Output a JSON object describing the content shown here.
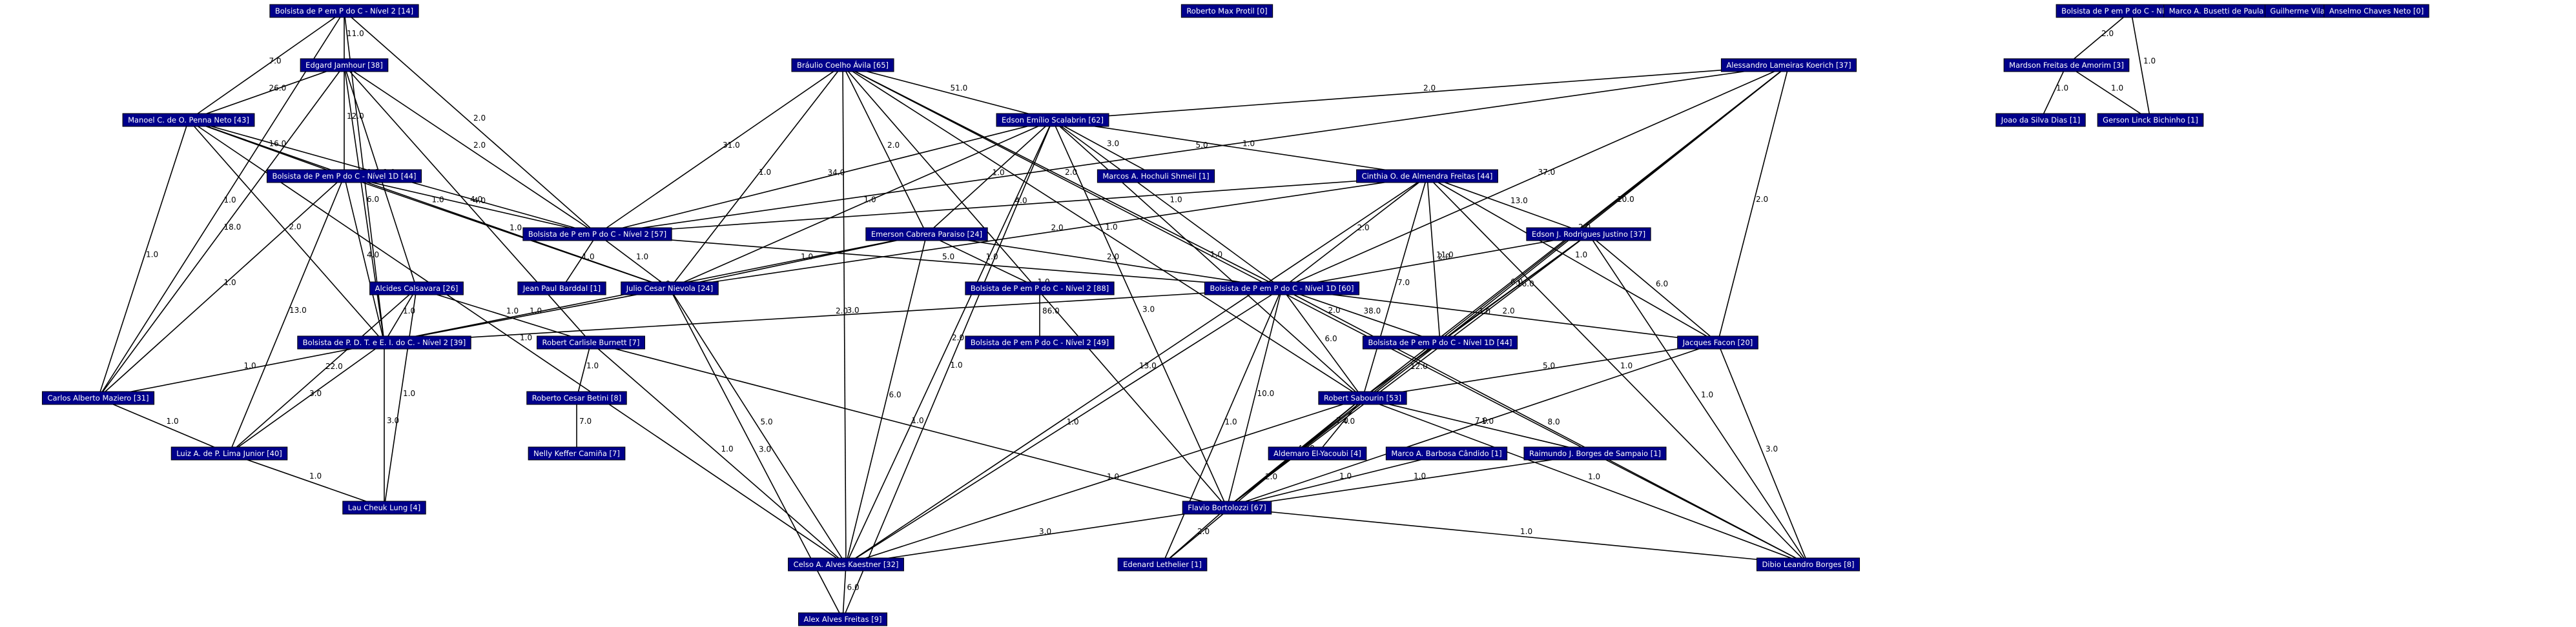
{
  "graph": {
    "nodes": [
      {
        "id": "n1",
        "label": "Bolsista de P em P do C - Nível 2 [14]"
      },
      {
        "id": "n2",
        "label": "Roberto Max Protil [0]"
      },
      {
        "id": "n3",
        "label": "Bolsista de P em P do C - Nível 1D [2]"
      },
      {
        "id": "n4",
        "label": "Marco A. Busetti de Paula [0]"
      },
      {
        "id": "n5",
        "label": "Guilherme Vilar [0]"
      },
      {
        "id": "n6",
        "label": "Anselmo Chaves Neto [0]"
      },
      {
        "id": "n7",
        "label": "Edgard Jamhour [38]"
      },
      {
        "id": "n8",
        "label": "Bráulio Coelho Ávila [65]"
      },
      {
        "id": "n9",
        "label": "Alessandro Lameiras Koerich [37]"
      },
      {
        "id": "n10",
        "label": "Manoel C. de O. Penna Neto [43]"
      },
      {
        "id": "n11",
        "label": "Edson Emílio Scalabrin [62]"
      },
      {
        "id": "n12",
        "label": "Mardson Freitas de Amorim [3]"
      },
      {
        "id": "n13",
        "label": "Joao da Silva Dias [1]"
      },
      {
        "id": "n14",
        "label": "Gerson Linck Bichinho [1]"
      },
      {
        "id": "n15",
        "label": "Marcos A. Hochuli Shmeil [1]"
      },
      {
        "id": "n16",
        "label": "Bolsista de P em P do C - Nível 1D [44]"
      },
      {
        "id": "n17",
        "label": "Cinthia O. de Almendra Freitas [44]"
      },
      {
        "id": "n18",
        "label": "Bolsista de P em P do C - Nível 2 [57]"
      },
      {
        "id": "n19",
        "label": "Emerson Cabrera Paraiso [24]"
      },
      {
        "id": "n20",
        "label": "Edson J. Rodrigues Justino [37]"
      },
      {
        "id": "n21",
        "label": "Jean Paul Barddal [1]"
      },
      {
        "id": "n22",
        "label": "Julio Cesar Nievola [24]"
      },
      {
        "id": "n23",
        "label": "Alcides Calsavara [26]"
      },
      {
        "id": "n24",
        "label": "Bolsista de P em P do C - Nível 2 [88]"
      },
      {
        "id": "n25",
        "label": "Bolsista de P em P do C - Nível 1D [60]"
      },
      {
        "id": "n26",
        "label": "Bolsista de P. D. T. e E. I. do C. - Nível 2 [39]"
      },
      {
        "id": "n27",
        "label": "Robert Carlisle Burnett [7]"
      },
      {
        "id": "n28",
        "label": "Bolsista de P em P do C - Nível 2 [49]"
      },
      {
        "id": "n29",
        "label": "Bolsista de P em P do C - Nível 1D [44]"
      },
      {
        "id": "n30",
        "label": "Jacques Facon [20]"
      },
      {
        "id": "n31",
        "label": "Carlos Alberto Maziero [31]"
      },
      {
        "id": "n32",
        "label": "Roberto Cesar Betini [8]"
      },
      {
        "id": "n33",
        "label": "Robert Sabourin [53]"
      },
      {
        "id": "n34",
        "label": "Aldemaro El-Yacoubi [4]"
      },
      {
        "id": "n35",
        "label": "Marco A. Barbosa Cândido [1]"
      },
      {
        "id": "n36",
        "label": "Raimundo J. Borges de Sampaio [1]"
      },
      {
        "id": "n37",
        "label": "Luiz A. de P. Lima Junior [40]"
      },
      {
        "id": "n38",
        "label": "Nelly Keffer Camiña [7]"
      },
      {
        "id": "n39",
        "label": "Lau Cheuk Lung [4]"
      },
      {
        "id": "n40",
        "label": "Flavio Bortolozzi [67]"
      },
      {
        "id": "n41",
        "label": "Celso A. Alves Kaestner [32]"
      },
      {
        "id": "n42",
        "label": "Edenard Lethelier [1]"
      },
      {
        "id": "n43",
        "label": "Dibio Leandro Borges [8]"
      },
      {
        "id": "n44",
        "label": "Alex Alves Freitas [9]"
      }
    ],
    "edges": [
      {
        "from": "n1",
        "to": "n7",
        "label": "11.0"
      },
      {
        "from": "n1",
        "to": "n10",
        "label": "7.0"
      },
      {
        "from": "n1",
        "to": "n31",
        "label": "1.0"
      },
      {
        "from": "n1",
        "to": "n26",
        "label": "2.0"
      },
      {
        "from": "n1",
        "to": "n18",
        "label": "2.0"
      },
      {
        "from": "n3",
        "to": "n12",
        "label": "2.0"
      },
      {
        "from": "n3",
        "to": "n14",
        "label": "1.0"
      },
      {
        "from": "n12",
        "to": "n13",
        "label": "1.0"
      },
      {
        "from": "n12",
        "to": "n14",
        "label": "1.0"
      },
      {
        "from": "n7",
        "to": "n10",
        "label": "26.0"
      },
      {
        "from": "n7",
        "to": "n16",
        "label": "12.0"
      },
      {
        "from": "n7",
        "to": "n31",
        "label": "18.0"
      },
      {
        "from": "n7",
        "to": "n26",
        "label": "6.0"
      },
      {
        "from": "n7",
        "to": "n18",
        "label": "2.0"
      },
      {
        "from": "n7",
        "to": "n23",
        "label": "1.0"
      },
      {
        "from": "n7",
        "to": "n27",
        "label": "4.0"
      },
      {
        "from": "n10",
        "to": "n16",
        "label": "16.0"
      },
      {
        "from": "n10",
        "to": "n31",
        "label": "1.0"
      },
      {
        "from": "n10",
        "to": "n41",
        "label": "1.0"
      },
      {
        "from": "n10",
        "to": "n26",
        "label": "2.0"
      },
      {
        "from": "n10",
        "to": "n18",
        "label": "4.0"
      },
      {
        "from": "n10",
        "to": "n22",
        "label": "1.0"
      },
      {
        "from": "n16",
        "to": "n26",
        "label": "4.0"
      },
      {
        "from": "n16",
        "to": "n37",
        "label": "13.0"
      },
      {
        "from": "n16",
        "to": "n18",
        "label": "4.0"
      },
      {
        "from": "n16",
        "to": "n22",
        "label": "1.0"
      },
      {
        "from": "n16",
        "to": "n31",
        "label": "1.0"
      },
      {
        "from": "n8",
        "to": "n18",
        "label": "31.0"
      },
      {
        "from": "n8",
        "to": "n22",
        "label": "1.0"
      },
      {
        "from": "n8",
        "to": "n11",
        "label": "51.0"
      },
      {
        "from": "n8",
        "to": "n19",
        "label": "2.0"
      },
      {
        "from": "n8",
        "to": "n25",
        "label": "2.0"
      },
      {
        "from": "n8",
        "to": "n33",
        "label": "1.0"
      },
      {
        "from": "n8",
        "to": "n41",
        "label": "3.0"
      },
      {
        "from": "n8",
        "to": "n40",
        "label": "1.0"
      },
      {
        "from": "n8",
        "to": "n43",
        "label": "2.0"
      },
      {
        "from": "n9",
        "to": "n11",
        "label": "2.0"
      },
      {
        "from": "n9",
        "to": "n18",
        "label": "5.0"
      },
      {
        "from": "n9",
        "to": "n25",
        "label": "37.0"
      },
      {
        "from": "n9",
        "to": "n29",
        "label": "10.0"
      },
      {
        "from": "n9",
        "to": "n30",
        "label": "2.0"
      },
      {
        "from": "n9",
        "to": "n33",
        "label": "2.0"
      },
      {
        "from": "n9",
        "to": "n40",
        "label": "6.0"
      },
      {
        "from": "n11",
        "to": "n18",
        "label": "34.0"
      },
      {
        "from": "n11",
        "to": "n15",
        "label": "3.0"
      },
      {
        "from": "n11",
        "to": "n17",
        "label": "1.0"
      },
      {
        "from": "n11",
        "to": "n19",
        "label": "1.0"
      },
      {
        "from": "n11",
        "to": "n25",
        "label": "1.0"
      },
      {
        "from": "n11",
        "to": "n22",
        "label": "1.0"
      },
      {
        "from": "n11",
        "to": "n41",
        "label": "2.0"
      },
      {
        "from": "n11",
        "to": "n40",
        "label": "3.0"
      },
      {
        "from": "n11",
        "to": "n33",
        "label": "1.0"
      },
      {
        "from": "n11",
        "to": "n44",
        "label": "1.0"
      },
      {
        "from": "n17",
        "to": "n18",
        "label": "4.0"
      },
      {
        "from": "n17",
        "to": "n22",
        "label": "2.0"
      },
      {
        "from": "n17",
        "to": "n25",
        "label": "2.0"
      },
      {
        "from": "n17",
        "to": "n29",
        "label": "11.0"
      },
      {
        "from": "n17",
        "to": "n20",
        "label": "13.0"
      },
      {
        "from": "n17",
        "to": "n30",
        "label": "1.0"
      },
      {
        "from": "n17",
        "to": "n33",
        "label": "7.0"
      },
      {
        "from": "n17",
        "to": "n41",
        "label": "13.0"
      },
      {
        "from": "n17",
        "to": "n43",
        "label": "1.0"
      },
      {
        "from": "n18",
        "to": "n21",
        "label": "1.0"
      },
      {
        "from": "n18",
        "to": "n22",
        "label": "1.0"
      },
      {
        "from": "n18",
        "to": "n25",
        "label": "5.0"
      },
      {
        "from": "n19",
        "to": "n22",
        "label": "1.0"
      },
      {
        "from": "n19",
        "to": "n24",
        "label": "1.0"
      },
      {
        "from": "n19",
        "to": "n25",
        "label": "2.0"
      },
      {
        "from": "n19",
        "to": "n26",
        "label": "1.0"
      },
      {
        "from": "n19",
        "to": "n41",
        "label": "6.0"
      },
      {
        "from": "n20",
        "to": "n25",
        "label": "2.0"
      },
      {
        "from": "n20",
        "to": "n29",
        "label": "16.0"
      },
      {
        "from": "n20",
        "to": "n30",
        "label": "6.0"
      },
      {
        "from": "n20",
        "to": "n33",
        "label": "7.0"
      },
      {
        "from": "n20",
        "to": "n40",
        "label": "12.0"
      },
      {
        "from": "n20",
        "to": "n43",
        "label": "1.0"
      },
      {
        "from": "n22",
        "to": "n26",
        "label": "1.0"
      },
      {
        "from": "n22",
        "to": "n41",
        "label": "5.0"
      },
      {
        "from": "n22",
        "to": "n44",
        "label": "3.0"
      },
      {
        "from": "n23",
        "to": "n26",
        "label": "1.0"
      },
      {
        "from": "n23",
        "to": "n37",
        "label": "22.0"
      },
      {
        "from": "n23",
        "to": "n39",
        "label": "1.0"
      },
      {
        "from": "n23",
        "to": "n27",
        "label": "1.0"
      },
      {
        "from": "n24",
        "to": "n28",
        "label": "86.0"
      },
      {
        "from": "n25",
        "to": "n26",
        "label": "2.0"
      },
      {
        "from": "n25",
        "to": "n29",
        "label": "38.0"
      },
      {
        "from": "n25",
        "to": "n30",
        "label": "2.0"
      },
      {
        "from": "n25",
        "to": "n33",
        "label": "6.0"
      },
      {
        "from": "n25",
        "to": "n40",
        "label": "10.0"
      },
      {
        "from": "n25",
        "to": "n41",
        "label": "1.0"
      },
      {
        "from": "n25",
        "to": "n42",
        "label": "1.0"
      },
      {
        "from": "n25",
        "to": "n43",
        "label": "8.0"
      },
      {
        "from": "n26",
        "to": "n31",
        "label": "1.0"
      },
      {
        "from": "n26",
        "to": "n37",
        "label": "3.0"
      },
      {
        "from": "n26",
        "to": "n39",
        "label": "3.0"
      },
      {
        "from": "n27",
        "to": "n32",
        "label": "1.0"
      },
      {
        "from": "n27",
        "to": "n41",
        "label": "1.0"
      },
      {
        "from": "n27",
        "to": "n40",
        "label": "1.0"
      },
      {
        "from": "n32",
        "to": "n38",
        "label": "7.0"
      },
      {
        "from": "n29",
        "to": "n40",
        "label": "7.0"
      },
      {
        "from": "n30",
        "to": "n33",
        "label": "5.0"
      },
      {
        "from": "n30",
        "to": "n40",
        "label": "7.0"
      },
      {
        "from": "n30",
        "to": "n43",
        "label": "3.0"
      },
      {
        "from": "n31",
        "to": "n37",
        "label": "1.0"
      },
      {
        "from": "n33",
        "to": "n34",
        "label": "4.0"
      },
      {
        "from": "n33",
        "to": "n36",
        "label": "1.0"
      },
      {
        "from": "n33",
        "to": "n40",
        "label": "40.0"
      },
      {
        "from": "n33",
        "to": "n41",
        "label": "1.0"
      },
      {
        "from": "n33",
        "to": "n42",
        "label": "2.0"
      },
      {
        "from": "n33",
        "to": "n43",
        "label": "1.0"
      },
      {
        "from": "n35",
        "to": "n40",
        "label": "1.0"
      },
      {
        "from": "n36",
        "to": "n40",
        "label": "1.0"
      },
      {
        "from": "n37",
        "to": "n39",
        "label": "1.0"
      },
      {
        "from": "n40",
        "to": "n41",
        "label": "3.0"
      },
      {
        "from": "n40",
        "to": "n42",
        "label": "2.0"
      },
      {
        "from": "n40",
        "to": "n43",
        "label": "1.0"
      },
      {
        "from": "n41",
        "to": "n44",
        "label": "6.0"
      }
    ]
  }
}
